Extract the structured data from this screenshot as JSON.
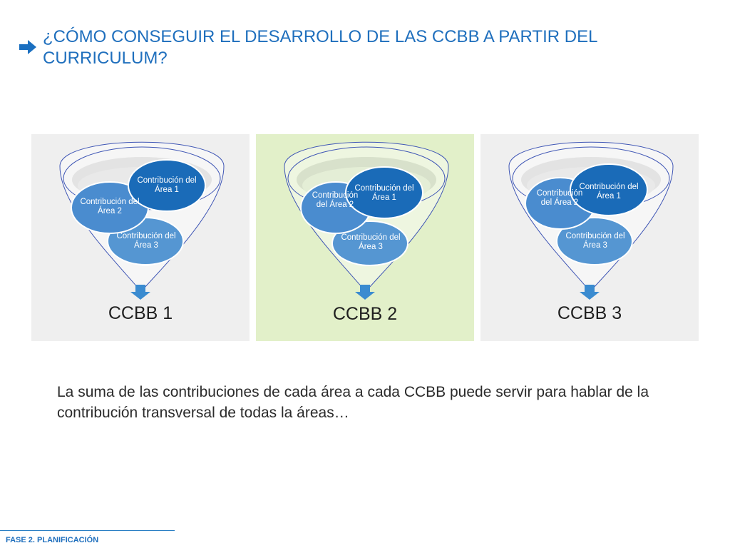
{
  "title": "¿CÓMO CONSEGUIR EL DESARROLLO DE LAS CCBB A PARTIR DEL CURRICULUM?",
  "panels": [
    {
      "label": "CCBB 1",
      "bubbles": {
        "area1": "Contribución del Área 1",
        "area2": "Contribución del Área 2",
        "area3": "Contribución del Área 3"
      }
    },
    {
      "label": "CCBB 2",
      "bubbles": {
        "area1": "Contribución del Área 1",
        "area2": "Contribución del Área 2",
        "area3": "Contribución del Área 3"
      }
    },
    {
      "label": "CCBB 3",
      "bubbles": {
        "area1": "Contribución del Área 1",
        "area2": "Contribución del Área 2",
        "area3": "Contribución del Área 3"
      }
    }
  ],
  "body_text": "La suma de las contribuciones de cada área a cada CCBB puede servir para hablar de la contribución transversal de todas la áreas…",
  "footer": "FASE 2. PLANIFICACIÓN",
  "colors": {
    "accent": "#1f6fbd",
    "panel_grey": "#efefef",
    "panel_green": "#e2f0c9",
    "bubble_dark": "#1a6bb8",
    "bubble_mid": "#4a90d0"
  }
}
